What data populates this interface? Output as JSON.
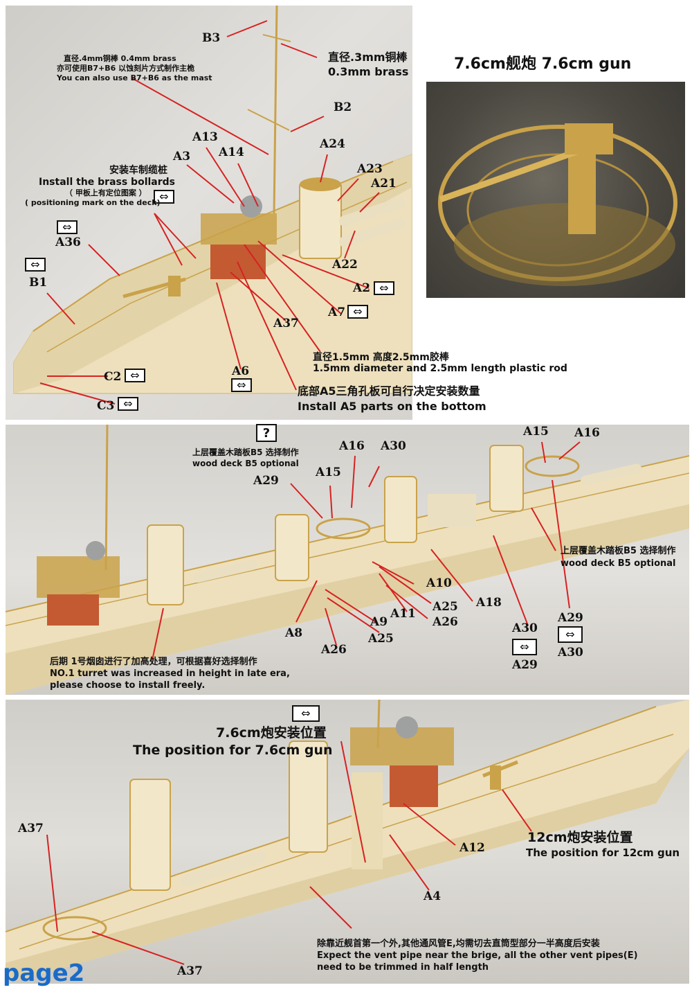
{
  "colors": {
    "leader_line": "#d62222",
    "page_label": "#1a6bc7",
    "brass": "#c9a24a",
    "resin": "#eee0bd",
    "red_hull": "#c45a32"
  },
  "icons": {
    "arrow_box": "left-right-arrow-icon",
    "question_box": "question-mark-icon"
  },
  "panel1": {
    "labels": {
      "B3": "B3",
      "B2": "B2",
      "A13": "A13",
      "A14": "A14",
      "A3": "A3",
      "A24": "A24",
      "A23": "A23",
      "A21": "A21",
      "A36": "A36",
      "B1": "B1",
      "A22": "A22",
      "A2": "A2",
      "A7": "A7",
      "A37": "A37",
      "A6": "A6",
      "C2": "C2",
      "C3": "C3"
    },
    "mast_cn": "直径.4mm铜棒 0.4mm brass",
    "mast_alt_cn": "亦可使用B7+B6 以蚀刻片方式制作主桅",
    "mast_alt_en": "You can also use B7+B6 as the mast",
    "brass03_cn": "直径.3mm铜棒",
    "brass03_en": "0.3mm brass",
    "bollard_cn": "安装车制缆桩",
    "bollard_en": "Install the brass bollards",
    "bollard_note_cn": "（ 甲板上有定位图案 ）",
    "bollard_note_en": "( positioning mark on the deck)",
    "rod_cn": "直径1.5mm 高度2.5mm胶棒",
    "rod_en": "1.5mm diameter and 2.5mm length plastic rod",
    "a5_cn": "底部A5三角孔板可自行决定安装数量",
    "a5_en": "Install A5 parts on the bottom"
  },
  "inset": {
    "title": "7.6cm舰炮 7.6cm gun"
  },
  "panel2": {
    "labels": {
      "A29a": "A29",
      "A15a": "A15",
      "A16a": "A16",
      "A30a": "A30",
      "A15b": "A15",
      "A16b": "A16",
      "A10": "A10",
      "A18": "A18",
      "A25a": "A25",
      "A11": "A11",
      "A26a": "A26",
      "A9": "A9",
      "A8": "A8",
      "A25b": "A25",
      "A26b": "A26",
      "A30b": "A30",
      "A29b": "A29",
      "A29c": "A29",
      "A30c": "A30"
    },
    "question": "?",
    "wood_top_cn": "上层覆盖木踏板B5 选择制作",
    "wood_top_en": "wood deck B5 optional",
    "wood_right_cn": "上层覆盖木踏板B5 选择制作",
    "wood_right_en": "wood deck B5 optional",
    "turret_cn": "后期 1号烟囱进行了加高处理，可根据喜好选择制作",
    "turret_en1": "NO.1 turret was increased in height in late era,",
    "turret_en2": "please choose to install freely."
  },
  "panel3": {
    "labels": {
      "A37a": "A37",
      "A37b": "A37",
      "A12": "A12",
      "A4": "A4"
    },
    "gun76_cn": "7.6cm炮安装位置",
    "gun76_en": "The position for 7.6cm gun",
    "gun12_cn": "12cm炮安装位置",
    "gun12_en": "The position for 12cm gun",
    "vent_cn": "除靠近舰首第一个外,其他通风管E,均需切去直筒型部分一半高度后安装",
    "vent_en1": "Expect the vent pipe near the brige, all the other vent pipes(E)",
    "vent_en2": "need to be trimmed in half length"
  },
  "page_label": "page2"
}
